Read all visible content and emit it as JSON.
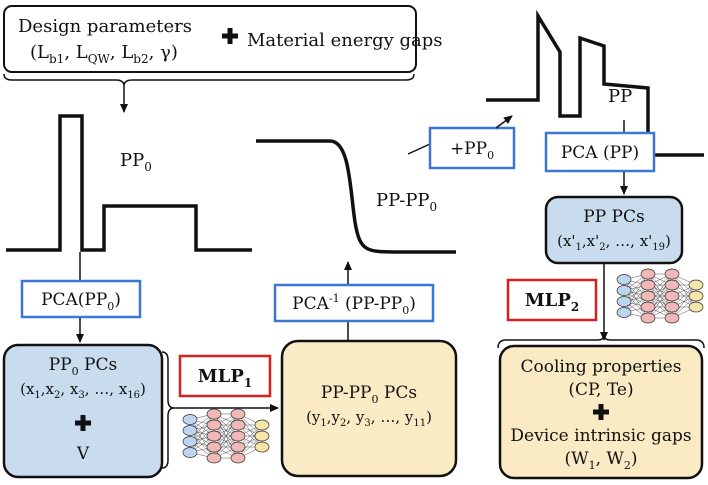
{
  "design": {
    "line1": "Design parameters",
    "line2_open": "(L",
    "b1_sub": "b1",
    "sep1": ", L",
    "qw_sub": "QW",
    "sep2": ", L",
    "b2_sub": "b2",
    "line2_close": ", γ)",
    "material": "Material energy gaps"
  },
  "pp0_label": {
    "main": "PP",
    "sub": "0"
  },
  "pca_pp0": {
    "main": "PCA(PP",
    "sub": "0",
    "close": ")"
  },
  "pp0_pcs": {
    "title_main": "PP",
    "title_sub": "0",
    "title_rest": " PCs",
    "row_open": "(x",
    "s1": "1",
    "c1": ",x",
    "s2": "2",
    "c2": ", x",
    "s3": "3",
    "c3": ", …, x",
    "s16": "16",
    "row_close": ")",
    "v": "V"
  },
  "mlp1": {
    "main": "MLP",
    "sub": "1"
  },
  "diff_pcs": {
    "title_a": "PP-PP",
    "title_sub": "0",
    "title_b": " PCs",
    "row_open": "(y",
    "s1": "1",
    "c1": ",y",
    "s2": "2",
    "c2": ", y",
    "s3": "3",
    "c3": ", …, y",
    "s11": "11",
    "row_close": ")"
  },
  "pca_inv": {
    "main": "PCA",
    "sup": "-1",
    "rest": " (PP-PP",
    "sub": "0",
    "close": ")"
  },
  "pp_minus_pp0": {
    "main": "PP-PP",
    "sub": "0"
  },
  "plus_pp0": {
    "main": "+PP",
    "sub": "0"
  },
  "pp_label": "PP",
  "pca_pp": "PCA (PP)",
  "pp_pcs": {
    "title": "PP PCs",
    "row_open": "(x'",
    "s1": "1",
    "c1": ",x'",
    "s2": "2",
    "c2": ", …, x'",
    "s19": "19",
    "row_close": ")"
  },
  "mlp2": {
    "main": "MLP",
    "sub": "2"
  },
  "cooling": {
    "line1": "Cooling properties",
    "line2": "(CP, Te)",
    "line3": "Device intrinsic gaps",
    "line4_open": "(W",
    "s1": "1",
    "mid": ", W",
    "s2": "2",
    "line4_close": ")"
  },
  "colors": {
    "blue_border": "#3a78d4",
    "red_border": "#d62020",
    "blue_fill": "#c9dcee",
    "yellow_fill": "#fbebc4",
    "node_blue": "#bcd6f2",
    "node_red": "#f2b8b8",
    "node_yellow": "#f7e6a8"
  }
}
